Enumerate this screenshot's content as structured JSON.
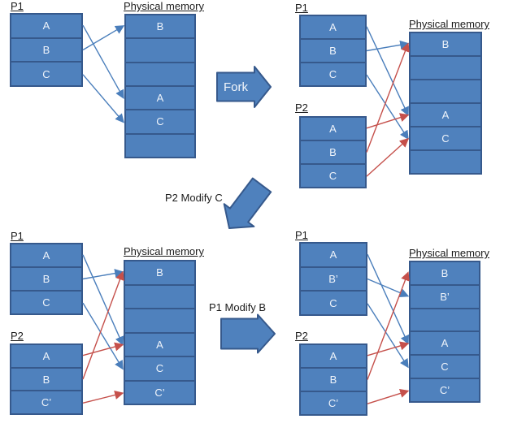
{
  "diagram": {
    "title": "Copy-on-write fork diagram",
    "colors": {
      "box_fill": "#4f81bd",
      "box_border": "#36598c",
      "blue_mapping": "#4a7ebb",
      "red_mapping": "#c5504b",
      "label_text": "#1b1b1b",
      "page_text": "#eef3fa"
    },
    "panels": [
      {
        "id": "top-left",
        "processes": [
          {
            "name": "P1",
            "pages": [
              "A",
              "B",
              "C"
            ]
          }
        ],
        "memory": {
          "title": "Physical memory",
          "frames": [
            "B",
            "",
            "",
            "A",
            "C",
            ""
          ]
        },
        "mappings": [
          {
            "process": 0,
            "page": 0,
            "frame": 3,
            "color": "blue"
          },
          {
            "process": 0,
            "page": 1,
            "frame": 0,
            "color": "blue"
          },
          {
            "process": 0,
            "page": 2,
            "frame": 4,
            "color": "blue"
          }
        ]
      },
      {
        "id": "top-right",
        "processes": [
          {
            "name": "P1",
            "pages": [
              "A",
              "B",
              "C"
            ]
          },
          {
            "name": "P2",
            "pages": [
              "A",
              "B",
              "C"
            ]
          }
        ],
        "memory": {
          "title": "Physical memory",
          "frames": [
            "B",
            "",
            "",
            "A",
            "C",
            ""
          ]
        },
        "mappings": [
          {
            "process": 0,
            "page": 0,
            "frame": 3,
            "color": "blue"
          },
          {
            "process": 0,
            "page": 1,
            "frame": 0,
            "color": "blue"
          },
          {
            "process": 0,
            "page": 2,
            "frame": 4,
            "color": "blue"
          },
          {
            "process": 1,
            "page": 0,
            "frame": 3,
            "color": "red"
          },
          {
            "process": 1,
            "page": 1,
            "frame": 0,
            "color": "red"
          },
          {
            "process": 1,
            "page": 2,
            "frame": 4,
            "color": "red"
          }
        ]
      },
      {
        "id": "bottom-left",
        "processes": [
          {
            "name": "P1",
            "pages": [
              "A",
              "B",
              "C"
            ]
          },
          {
            "name": "P2",
            "pages": [
              "A",
              "B",
              "C’"
            ]
          }
        ],
        "memory": {
          "title": "Physical memory",
          "frames": [
            "B",
            "",
            "",
            "A",
            "C",
            "C’"
          ]
        },
        "mappings": [
          {
            "process": 0,
            "page": 0,
            "frame": 3,
            "color": "blue"
          },
          {
            "process": 0,
            "page": 1,
            "frame": 0,
            "color": "blue"
          },
          {
            "process": 0,
            "page": 2,
            "frame": 4,
            "color": "blue"
          },
          {
            "process": 1,
            "page": 0,
            "frame": 3,
            "color": "red"
          },
          {
            "process": 1,
            "page": 1,
            "frame": 0,
            "color": "red"
          },
          {
            "process": 1,
            "page": 2,
            "frame": 5,
            "color": "red"
          }
        ]
      },
      {
        "id": "bottom-right",
        "processes": [
          {
            "name": "P1",
            "pages": [
              "A",
              "B’",
              "C"
            ]
          },
          {
            "name": "P2",
            "pages": [
              "A",
              "B",
              "C’"
            ]
          }
        ],
        "memory": {
          "title": "Physical memory",
          "frames": [
            "B",
            "B’",
            "",
            "A",
            "C",
            "C’"
          ]
        },
        "mappings": [
          {
            "process": 0,
            "page": 0,
            "frame": 3,
            "color": "blue"
          },
          {
            "process": 0,
            "page": 1,
            "frame": 1,
            "color": "blue"
          },
          {
            "process": 0,
            "page": 2,
            "frame": 4,
            "color": "blue"
          },
          {
            "process": 1,
            "page": 0,
            "frame": 3,
            "color": "red"
          },
          {
            "process": 1,
            "page": 1,
            "frame": 0,
            "color": "red"
          },
          {
            "process": 1,
            "page": 2,
            "frame": 5,
            "color": "red"
          }
        ]
      }
    ],
    "transitions": [
      {
        "id": "fork",
        "label": "Fork"
      },
      {
        "id": "p2-modify-c",
        "label": "P2 Modify C"
      },
      {
        "id": "p1-modify-b",
        "label": "P1 Modify B"
      }
    ]
  }
}
